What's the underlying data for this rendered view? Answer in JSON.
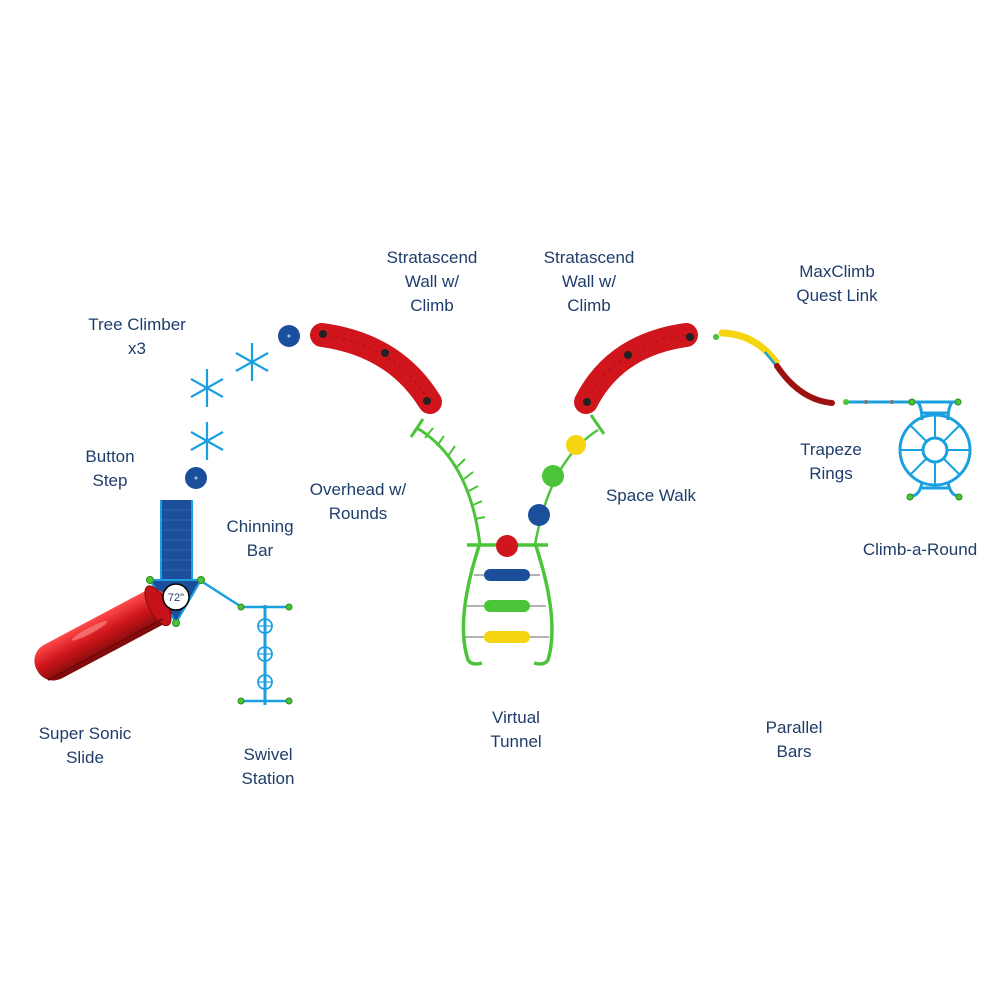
{
  "diagram": {
    "title": "Playground equipment layout",
    "platform": {
      "height_label": "72\""
    },
    "colors": {
      "label_text": "#1f3d6b",
      "red": "#d0161c",
      "dark_red": "#9d1010",
      "blue_component": "#1aa0e0",
      "navy": "#1b4f9c",
      "green": "#4cc43a",
      "yellow": "#f5d50f"
    },
    "components": [
      {
        "id": "tree-climber",
        "lines": [
          "Tree Climber",
          "x3"
        ]
      },
      {
        "id": "button-step",
        "lines": [
          "Button",
          "Step"
        ]
      },
      {
        "id": "chinning-bar",
        "lines": [
          "Chinning",
          "Bar"
        ]
      },
      {
        "id": "super-sonic-slide",
        "lines": [
          "Super Sonic",
          "Slide"
        ]
      },
      {
        "id": "swivel-station",
        "lines": [
          "Swivel",
          "Station"
        ]
      },
      {
        "id": "stratascend-wall-left",
        "lines": [
          "Stratascend",
          "Wall w/",
          "Climb"
        ]
      },
      {
        "id": "overhead-rounds",
        "lines": [
          "Overhead w/",
          "Rounds"
        ]
      },
      {
        "id": "stratascend-wall-right",
        "lines": [
          "Stratascend",
          "Wall w/",
          "Climb"
        ]
      },
      {
        "id": "space-walk",
        "lines": [
          "Space Walk"
        ]
      },
      {
        "id": "virtual-tunnel",
        "lines": [
          "Virtual",
          "Tunnel"
        ]
      },
      {
        "id": "maxclimb-quest-link",
        "lines": [
          "MaxClimb",
          "Quest Link"
        ]
      },
      {
        "id": "trapeze-rings",
        "lines": [
          "Trapeze",
          "Rings"
        ]
      },
      {
        "id": "climb-a-round",
        "lines": [
          "Climb-a-Round"
        ]
      },
      {
        "id": "parallel-bars",
        "lines": [
          "Parallel",
          "Bars"
        ]
      }
    ]
  }
}
